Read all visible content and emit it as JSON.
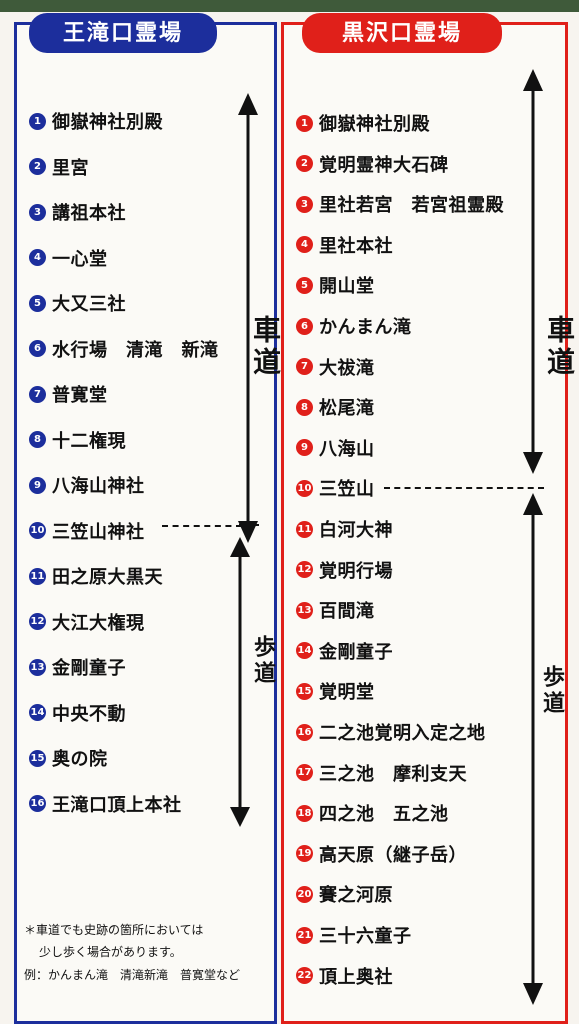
{
  "left": {
    "title": "王滝口霊場",
    "stops": [
      {
        "n": "1",
        "name": "御嶽神社別殿"
      },
      {
        "n": "2",
        "name": "里宮"
      },
      {
        "n": "3",
        "name": "講祖本社"
      },
      {
        "n": "4",
        "name": "一心堂"
      },
      {
        "n": "5",
        "name": "大又三社"
      },
      {
        "n": "6",
        "name": "水行場　清滝　新滝"
      },
      {
        "n": "7",
        "name": "普寛堂"
      },
      {
        "n": "8",
        "name": "十二権現"
      },
      {
        "n": "9",
        "name": "八海山神社"
      },
      {
        "n": "10",
        "name": "三笠山神社"
      },
      {
        "n": "11",
        "name": "田之原大黒天"
      },
      {
        "n": "12",
        "name": "大江大権現"
      },
      {
        "n": "13",
        "name": "金剛童子"
      },
      {
        "n": "14",
        "name": "中央不動"
      },
      {
        "n": "15",
        "name": "奥の院"
      },
      {
        "n": "16",
        "name": "王滝口頂上本社"
      }
    ],
    "road_label": "車道",
    "trail_label": "歩道",
    "notes": [
      "＊車道でも史跡の箇所においては",
      "少し歩く場合があります。",
      "例：かんまん滝　清滝新滝　普寛堂など"
    ]
  },
  "right": {
    "title": "黒沢口霊場",
    "stops": [
      {
        "n": "1",
        "name": "御嶽神社別殿"
      },
      {
        "n": "2",
        "name": "覚明霊神大石碑"
      },
      {
        "n": "3",
        "name": "里社若宮　若宮祖霊殿"
      },
      {
        "n": "4",
        "name": "里社本社"
      },
      {
        "n": "5",
        "name": "開山堂"
      },
      {
        "n": "6",
        "name": "かんまん滝"
      },
      {
        "n": "7",
        "name": "大祓滝"
      },
      {
        "n": "8",
        "name": "松尾滝"
      },
      {
        "n": "9",
        "name": "八海山"
      },
      {
        "n": "10",
        "name": "三笠山"
      },
      {
        "n": "11",
        "name": "白河大神"
      },
      {
        "n": "12",
        "name": "覚明行場"
      },
      {
        "n": "13",
        "name": "百間滝"
      },
      {
        "n": "14",
        "name": "金剛童子"
      },
      {
        "n": "15",
        "name": "覚明堂"
      },
      {
        "n": "16",
        "name": "二之池覚明入定之地"
      },
      {
        "n": "17",
        "name": "三之池　摩利支天"
      },
      {
        "n": "18",
        "name": "四之池　五之池"
      },
      {
        "n": "19",
        "name": "高天原（継子岳）"
      },
      {
        "n": "20",
        "name": "賽之河原"
      },
      {
        "n": "21",
        "name": "三十六童子"
      },
      {
        "n": "22",
        "name": "頂上奥社"
      }
    ],
    "road_label": "車道",
    "trail_label": "歩道"
  }
}
